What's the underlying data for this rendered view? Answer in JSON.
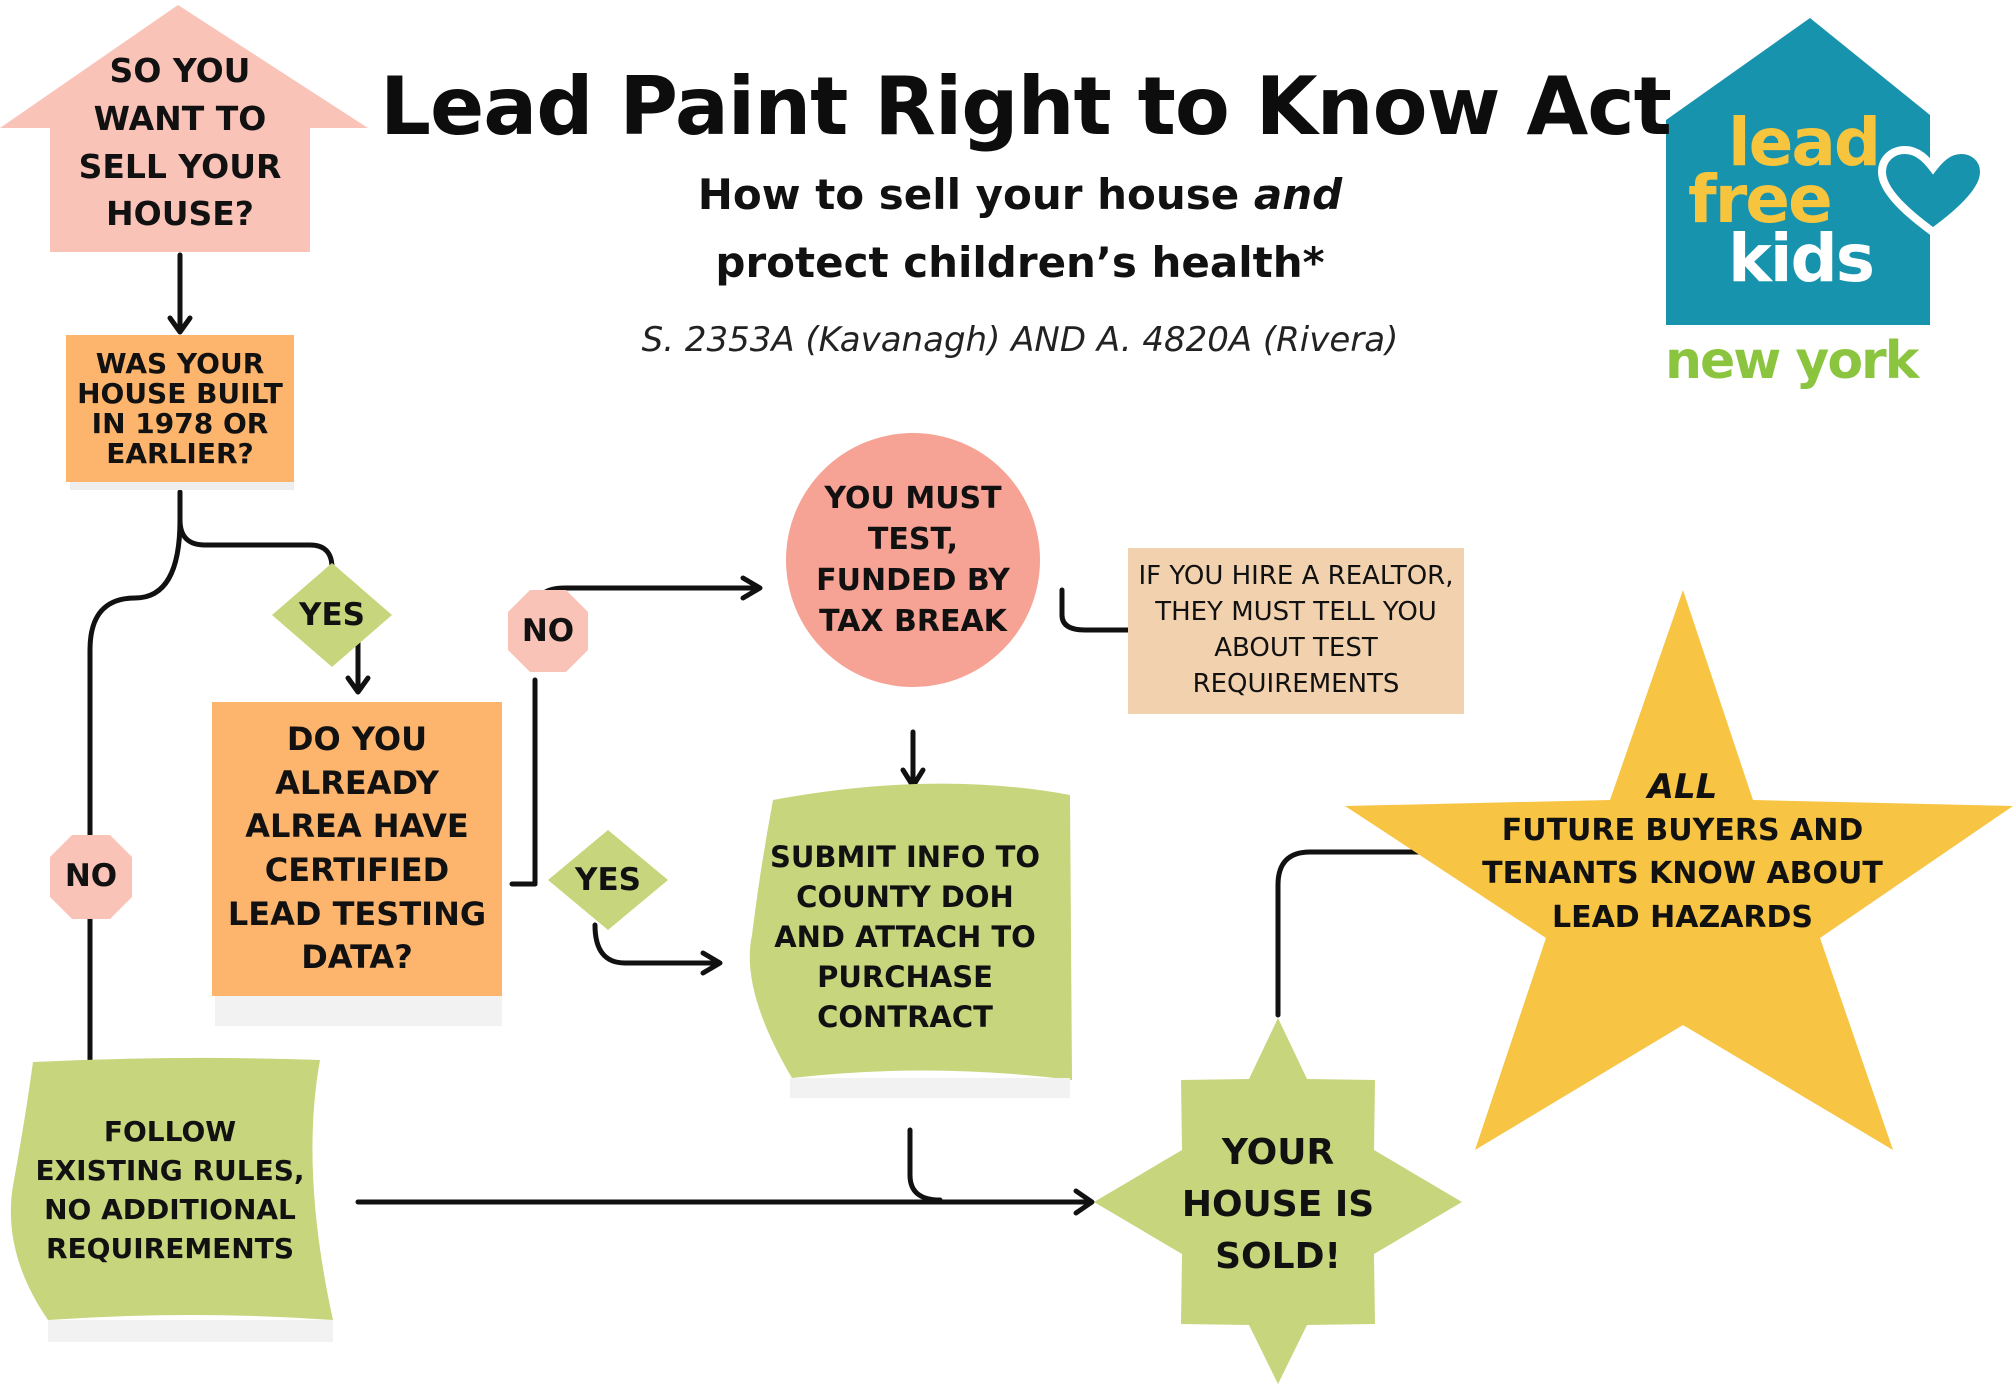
{
  "header": {
    "title": "Lead Paint Right to Know Act",
    "subtitle_line1_pre": "How to sell your house ",
    "subtitle_line1_em": "and",
    "subtitle_line2": "protect children’s health*",
    "bill": "S. 2353A (Kavanagh) AND A. 4820A (Rivera)"
  },
  "logo": {
    "word1": "lead",
    "word2": "free",
    "word3": "kids",
    "word4": "new york"
  },
  "nodes": {
    "start": "SO YOU\nWANT TO\nSELL YOUR\nHOUSE?",
    "built": "WAS YOUR\nHOUSE BUILT\nIN 1978 OR\nEARLIER?",
    "yes1": "YES",
    "no1": "NO",
    "already": "DO YOU\nALREADY\nALREA HAVE\nCERTIFIED\nLEAD TESTING\nDATA?",
    "no2": "NO",
    "yes2": "YES",
    "must_test": "YOU MUST\nTEST,\nFUNDED BY\nTAX BREAK",
    "realtor": "IF YOU HIRE A REALTOR,\nTHEY MUST TELL YOU\nABOUT TEST\nREQUIREMENTS",
    "submit": "SUBMIT INFO TO\nCOUNTY DOH\nAND ATTACH TO\nPURCHASE\nCONTRACT",
    "follow": "FOLLOW\nEXISTING RULES,\nNO ADDITIONAL\nREQUIREMENTS",
    "sold": "YOUR\nHOUSE IS\nSOLD!",
    "star_all": "ALL",
    "star_rest": "FUTURE BUYERS AND\nTENANTS KNOW ABOUT\nLEAD HAZARDS"
  },
  "colors": {
    "pink": "#f9c3b8",
    "orange": "#fdb56d",
    "green": "#c7d57c",
    "salmon": "#f6a294",
    "peach": "#f2d1ae",
    "gold": "#f7c443",
    "logo_blue": "#1893ae",
    "logo_yellow": "#f7c43e",
    "logo_green": "#8bc53f"
  }
}
